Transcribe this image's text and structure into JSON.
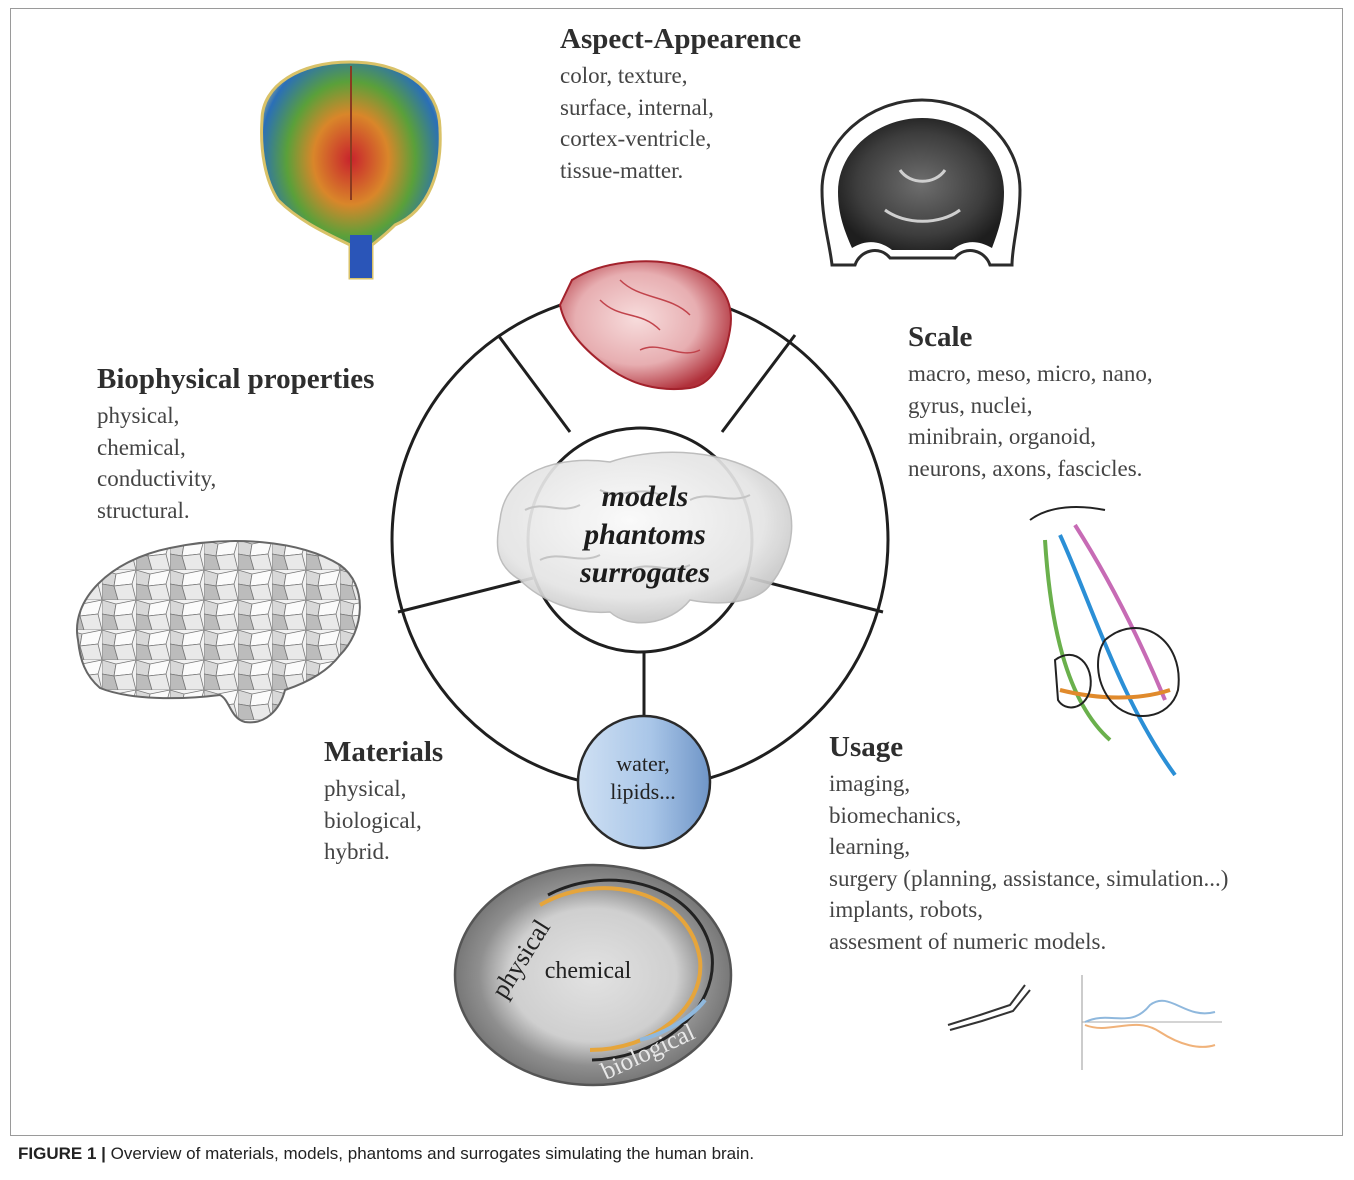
{
  "aspect": {
    "title": "Aspect-Appearence",
    "lines": [
      "color, texture,",
      "surface, internal,",
      "cortex-ventricle,",
      "tissue-matter."
    ]
  },
  "scale": {
    "title": "Scale",
    "lines": [
      "macro, meso, micro, nano,",
      "gyrus, nuclei,",
      "minibrain, organoid,",
      "neurons, axons, fascicles."
    ]
  },
  "biophysical": {
    "title": "Biophysical properties",
    "lines": [
      "physical,",
      "chemical,",
      "conductivity,",
      "structural."
    ]
  },
  "materials": {
    "title": "Materials",
    "lines": [
      "physical,",
      "biological,",
      "hybrid."
    ]
  },
  "usage": {
    "title": "Usage",
    "lines": [
      "imaging,",
      "biomechanics,",
      "learning,",
      "surgery (planning, assistance, simulation...)",
      "implants, robots,",
      "assesment of numeric models."
    ]
  },
  "center": {
    "lines": [
      "models",
      "phantoms",
      "surrogates"
    ]
  },
  "materials_node": {
    "lines": [
      "water,",
      "lipids..."
    ]
  },
  "ellipse": {
    "outer": "physical",
    "inner": "chemical",
    "bottom": "biological"
  },
  "caption": {
    "label": "FIGURE 1 |",
    "text": " Overview of materials, models, phantoms and surrogates simulating the human brain."
  },
  "colors": {
    "node_fill": "#a9c6e8",
    "ellipse_outer": "#8f8f8f",
    "ellipse_inner": "#d6d6d6"
  }
}
